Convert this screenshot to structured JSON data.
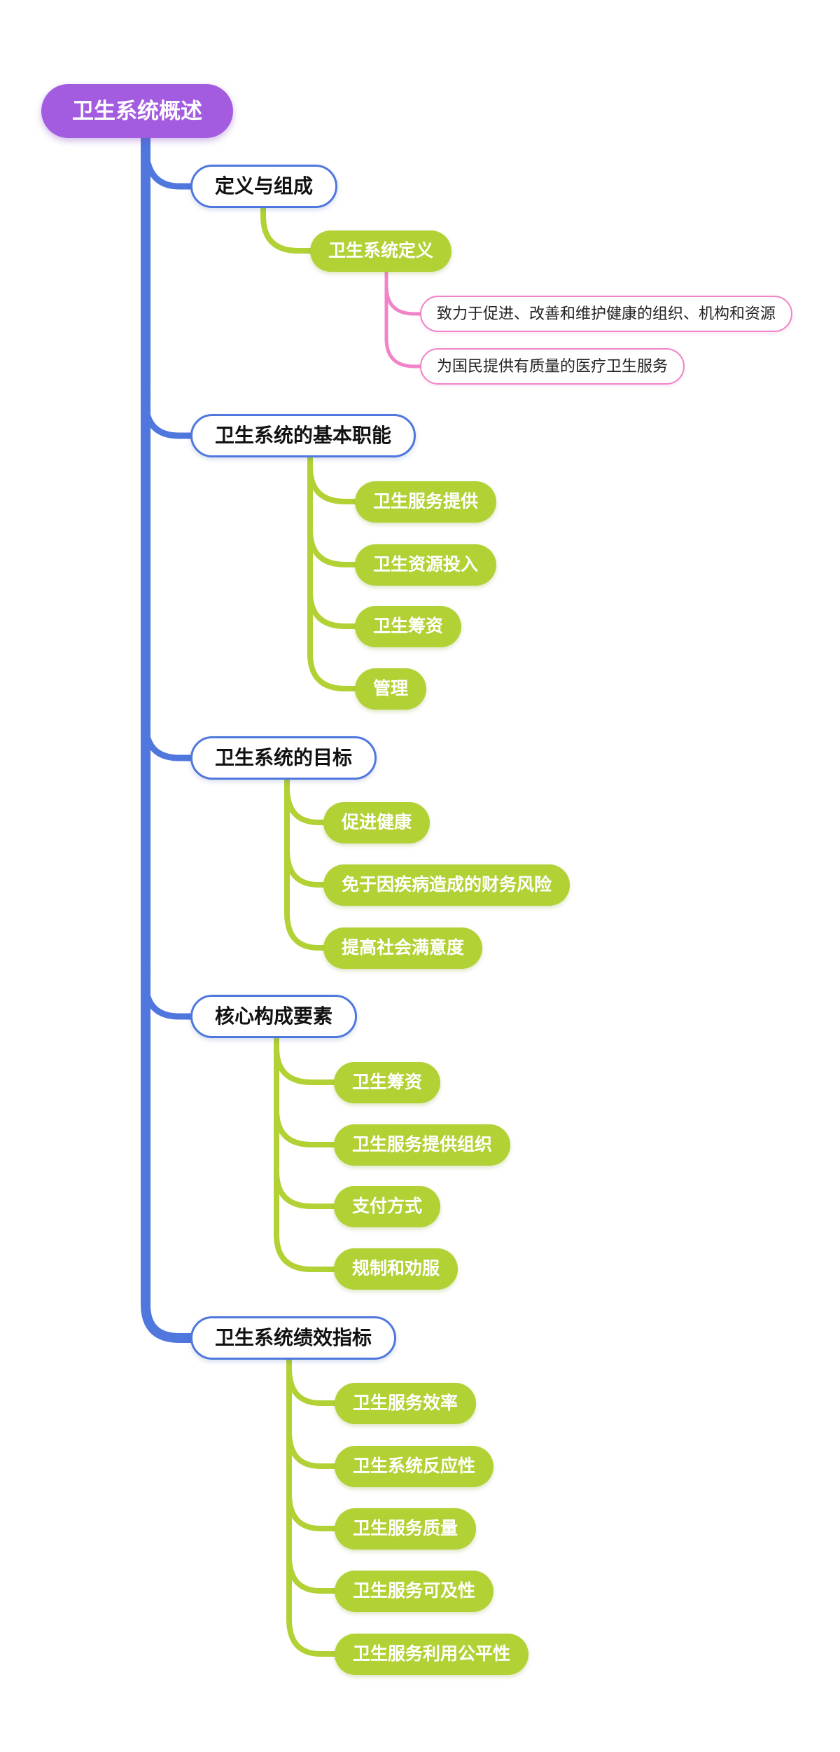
{
  "colors": {
    "root_bg": "#a35ce0",
    "trunk_blue": "#4f77dd",
    "branch_border_blue": "#4f77dd",
    "child_green": "#b1d135",
    "leaf_border_pink": "#f183c8",
    "background": "#ffffff"
  },
  "mindmap": {
    "root": {
      "label": "卫生系统概述"
    },
    "branches": [
      {
        "label": "定义与组成",
        "children": [
          {
            "label": "卫生系统定义",
            "children": [
              {
                "label": "致力于促进、改善和维护健康的组织、机构和资源"
              },
              {
                "label": "为国民提供有质量的医疗卫生服务"
              }
            ]
          }
        ]
      },
      {
        "label": "卫生系统的基本职能",
        "children": [
          {
            "label": "卫生服务提供"
          },
          {
            "label": "卫生资源投入"
          },
          {
            "label": "卫生筹资"
          },
          {
            "label": "管理"
          }
        ]
      },
      {
        "label": "卫生系统的目标",
        "children": [
          {
            "label": "促进健康"
          },
          {
            "label": "免于因疾病造成的财务风险"
          },
          {
            "label": "提高社会满意度"
          }
        ]
      },
      {
        "label": "核心构成要素",
        "children": [
          {
            "label": "卫生筹资"
          },
          {
            "label": "卫生服务提供组织"
          },
          {
            "label": "支付方式"
          },
          {
            "label": "规制和劝服"
          }
        ]
      },
      {
        "label": "卫生系统绩效指标",
        "children": [
          {
            "label": "卫生服务效率"
          },
          {
            "label": "卫生系统反应性"
          },
          {
            "label": "卫生服务质量"
          },
          {
            "label": "卫生服务可及性"
          },
          {
            "label": "卫生服务利用公平性"
          }
        ]
      }
    ]
  }
}
